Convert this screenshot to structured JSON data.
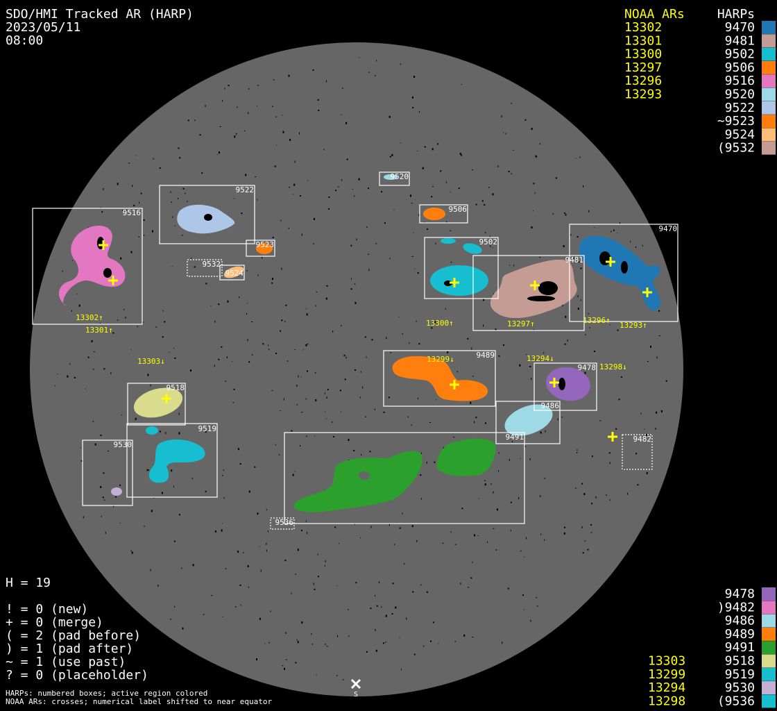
{
  "header": {
    "title": "SDO/HMI Tracked AR (HARP)",
    "date": "2023/05/11",
    "time": "08:00"
  },
  "legend_top": {
    "noaa_heading": "NOAA ARs",
    "harp_heading": "HARPs",
    "noaa": [
      "13302",
      "13301",
      "13300",
      "13297",
      "13296",
      "13293"
    ],
    "harps": [
      {
        "label": "9470",
        "color": "#1f77b4"
      },
      {
        "label": "9481",
        "color": "#c49c94"
      },
      {
        "label": "9502",
        "color": "#17becf"
      },
      {
        "label": "9506",
        "color": "#ff7f0e"
      },
      {
        "label": "9516",
        "color": "#e377c2"
      },
      {
        "label": "9520",
        "color": "#9edae5"
      },
      {
        "label": "9522",
        "color": "#aec7e8"
      },
      {
        "label": "~9523",
        "color": "#ff7f0e"
      },
      {
        "label": "9524",
        "color": "#ffbb78"
      },
      {
        "label": "(9532",
        "color": "#c49c94"
      }
    ]
  },
  "legend_bottom": {
    "noaa": [
      "13303",
      "13299",
      "13294",
      "13298"
    ],
    "harps": [
      {
        "label": "9478",
        "color": "#9467bd"
      },
      {
        "label": ")9482",
        "color": "#e377c2"
      },
      {
        "label": "9486",
        "color": "#9edae5"
      },
      {
        "label": "9489",
        "color": "#ff7f0e"
      },
      {
        "label": "9491",
        "color": "#2ca02c"
      },
      {
        "label": "9518",
        "color": "#dbdb8d"
      },
      {
        "label": "9519",
        "color": "#17becf"
      },
      {
        "label": "9530",
        "color": "#c5b0d5"
      },
      {
        "label": "(9536",
        "color": "#17becf"
      }
    ]
  },
  "stats": {
    "h": "H = 19",
    "lines": [
      "! = 0 (new)",
      "+ = 0 (merge)",
      "( = 2 (pad before)",
      ") = 1 (pad after)",
      "~ = 1 (use past)",
      "? = 0 (placeholder)"
    ]
  },
  "footnote": [
    "HARPs: numbered boxes; active region colored",
    "NOAA ARs: crosses; numerical label shifted to near equator"
  ],
  "disk": {
    "south_marker": "S",
    "disk_color": "#666666"
  },
  "harp_boxes": {
    "b9516": "9516",
    "b9522": "9522",
    "b9523": "9523",
    "b9532": "9532",
    "b9524": "9524",
    "b9520": "9520",
    "b9506": "9506",
    "b9502": "9502",
    "b9481": "9481",
    "b9470": "9470",
    "b9489": "9489",
    "b9478": "9478",
    "b9486": "9486",
    "b9491": "9491",
    "b9482": "9482",
    "b9518": "9518",
    "b9519": "9519",
    "b9530": "9530",
    "b9536": "9536"
  },
  "noaa_labels": {
    "n13302": "13302↑",
    "n13301": "13301↑",
    "n13303": "13303↓",
    "n13300": "13300↑",
    "n13297": "13297↑",
    "n13296": "13296↑",
    "n13293": "13293↑",
    "n13299": "13299↓",
    "n13294": "13294↓",
    "n13298": "13298↓"
  }
}
